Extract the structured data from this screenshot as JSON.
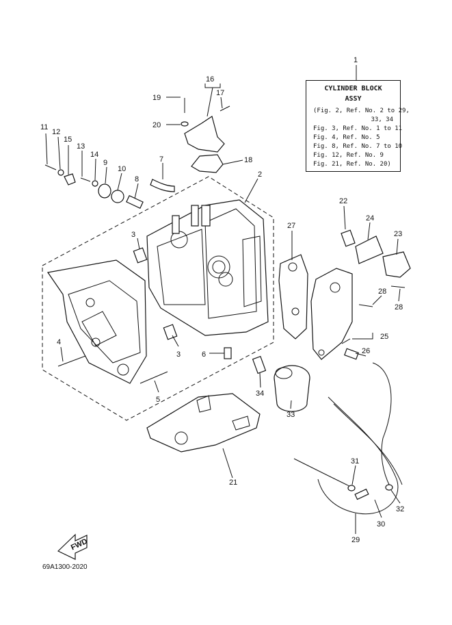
{
  "legend": {
    "title_line1": "CYLINDER BLOCK",
    "title_line2": "ASSY",
    "lines": [
      "(Fig. 2, Ref. No. 2 to 29,",
      "33, 34",
      "Fig. 3, Ref. No. 1 to 11",
      "Fig. 4, Ref. No. 5",
      "Fig. 8, Ref. No. 7 to 10",
      "Fig. 12, Ref. No. 9",
      "Fig. 21, Ref. No. 20)"
    ]
  },
  "callouts": [
    "1",
    "2",
    "3",
    "3",
    "4",
    "5",
    "6",
    "7",
    "8",
    "9",
    "10",
    "11",
    "12",
    "13",
    "14",
    "15",
    "16",
    "17",
    "18",
    "19",
    "20",
    "21",
    "22",
    "23",
    "24",
    "25",
    "26",
    "27",
    "28",
    "28",
    "29",
    "30",
    "31",
    "32",
    "33",
    "34"
  ],
  "fwd_label": "FWD",
  "drawing_code": "69A1300-2020"
}
